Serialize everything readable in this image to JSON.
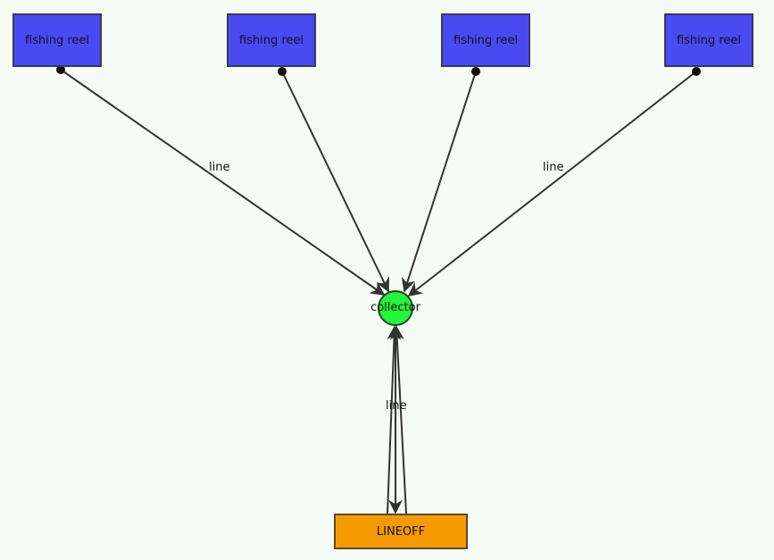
{
  "diagram": {
    "nodes": {
      "reels": [
        {
          "label": "fishing reel"
        },
        {
          "label": "fishing reel"
        },
        {
          "label": "fishing reel"
        },
        {
          "label": "fishing reel"
        }
      ],
      "collector": {
        "label": "collector"
      },
      "lineoff": {
        "label": "LINEOFF"
      }
    },
    "edges": [
      {
        "from": "reel-1",
        "to": "collector",
        "label": "line"
      },
      {
        "from": "reel-2",
        "to": "collector",
        "label": ""
      },
      {
        "from": "reel-3",
        "to": "collector",
        "label": ""
      },
      {
        "from": "reel-4",
        "to": "collector",
        "label": "line"
      },
      {
        "from": "lineoff",
        "to": "collector",
        "label": "line"
      },
      {
        "from": "collector",
        "to": "lineoff",
        "label": ""
      }
    ],
    "colors": {
      "reel_fill": "#4a4af5",
      "collector_fill": "#22f53a",
      "lineoff_fill": "#f59a00",
      "edge_stroke": "#333333",
      "background": "#f5fbf5"
    }
  }
}
